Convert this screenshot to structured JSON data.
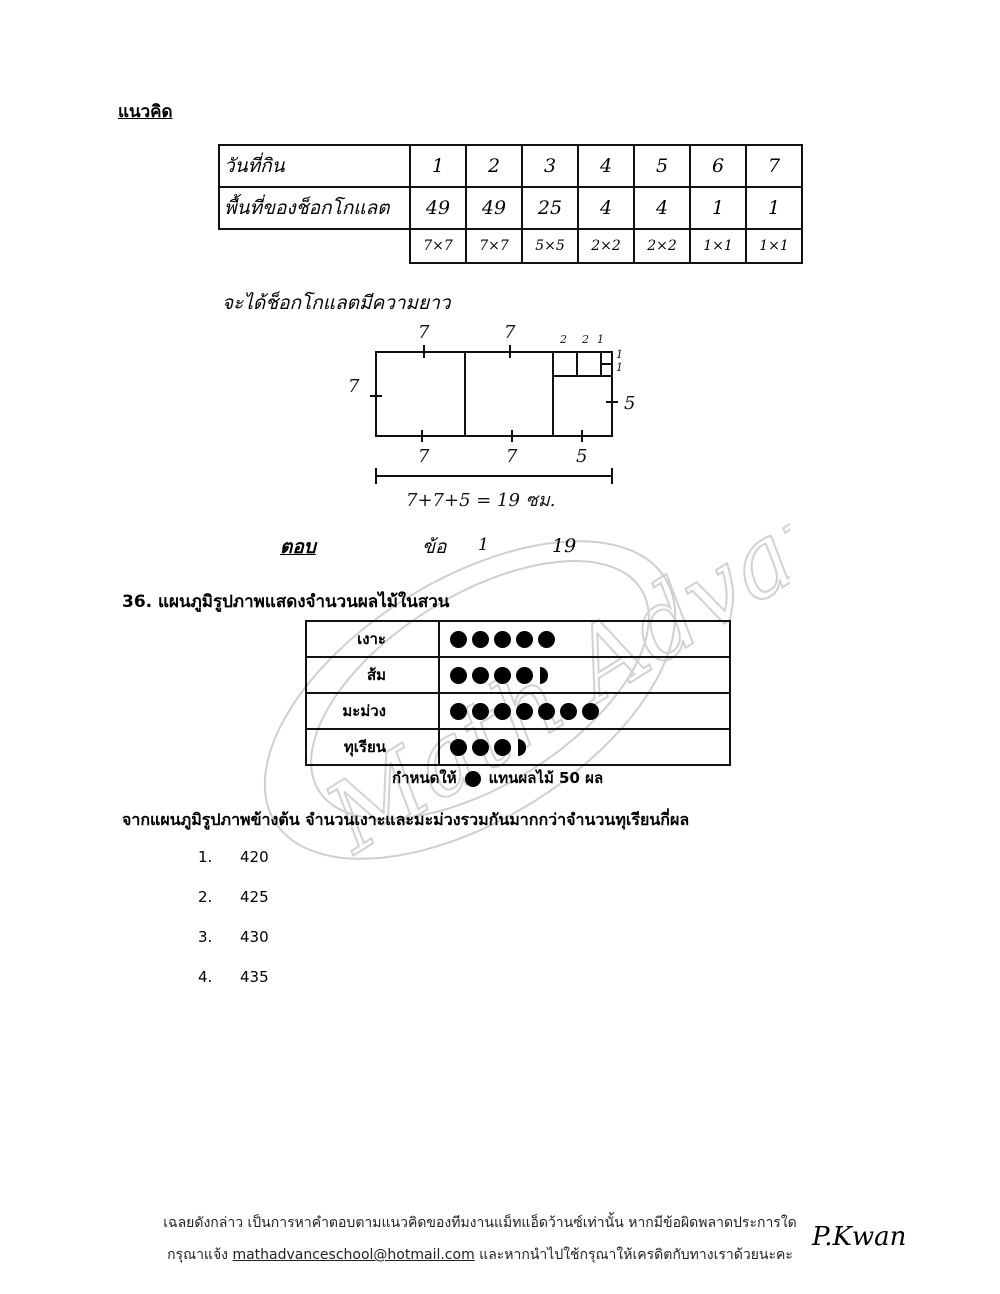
{
  "heading": "แนวคิด",
  "chocolate_table": {
    "row1_label": "วันที่กิน",
    "row2_label": "พื้นที่ของช็อกโกแลต",
    "days": [
      "1",
      "2",
      "3",
      "4",
      "5",
      "6",
      "7"
    ],
    "areas": [
      "49",
      "49",
      "25",
      "4",
      "4",
      "1",
      "1"
    ],
    "sizes": [
      "7×7",
      "7×7",
      "5×5",
      "2×2",
      "2×2",
      "1×1",
      "1×1"
    ]
  },
  "note": "จะได้ช็อกโกแลตมีความยาว",
  "diagram": {
    "top_labels": [
      "7",
      "7",
      "2",
      "2",
      "1"
    ],
    "right_labels": [
      "1",
      "1",
      "5"
    ],
    "left_label": "7",
    "bottom_labels": [
      "7",
      "7",
      "5"
    ],
    "equation": "7+7+5 = 19 ซม."
  },
  "answer": {
    "label": "ตอบ",
    "choice": "ข้อ",
    "number": "1",
    "value": "19"
  },
  "question36": {
    "title": "36.  แผนภูมิรูปภาพแสดงจำนวนผลไม้ในสวน",
    "rows": [
      {
        "fruit": "เงาะ",
        "full": 5,
        "half": false
      },
      {
        "fruit": "ส้ม",
        "full": 4,
        "half": true
      },
      {
        "fruit": "มะม่วง",
        "full": 7,
        "half": false
      },
      {
        "fruit": "ทุเรียน",
        "full": 3,
        "half": true
      }
    ],
    "legend_before": "กำหนดให้",
    "legend_after": "แทนผลไม้ 50 ผล",
    "question": "จากแผนภูมิรูปภาพข้างต้น จำนวนเงาะและมะม่วงรวมกันมากกว่าจำนวนทุเรียนกี่ผล",
    "options": [
      {
        "num": "1.",
        "val": "420"
      },
      {
        "num": "2.",
        "val": "425"
      },
      {
        "num": "3.",
        "val": "430"
      },
      {
        "num": "4.",
        "val": "435"
      }
    ]
  },
  "footer": {
    "line1": "เฉลยดังกล่าว เป็นการหาคำตอบตามแนวคิดของทีมงานแม็ทแอ็ดว้านซ์เท่านั้น  หากมีข้อผิดพลาดประการใด",
    "line2_before": "กรุณาแจ้ง",
    "email": "mathadvanceschool@hotmail.com",
    "line2_after": "และหากนำไปใช้กรุณาให้เครดิตกับทางเราด้วยนะคะ"
  },
  "signature": "P.Kwan",
  "watermark": "Math Advance"
}
